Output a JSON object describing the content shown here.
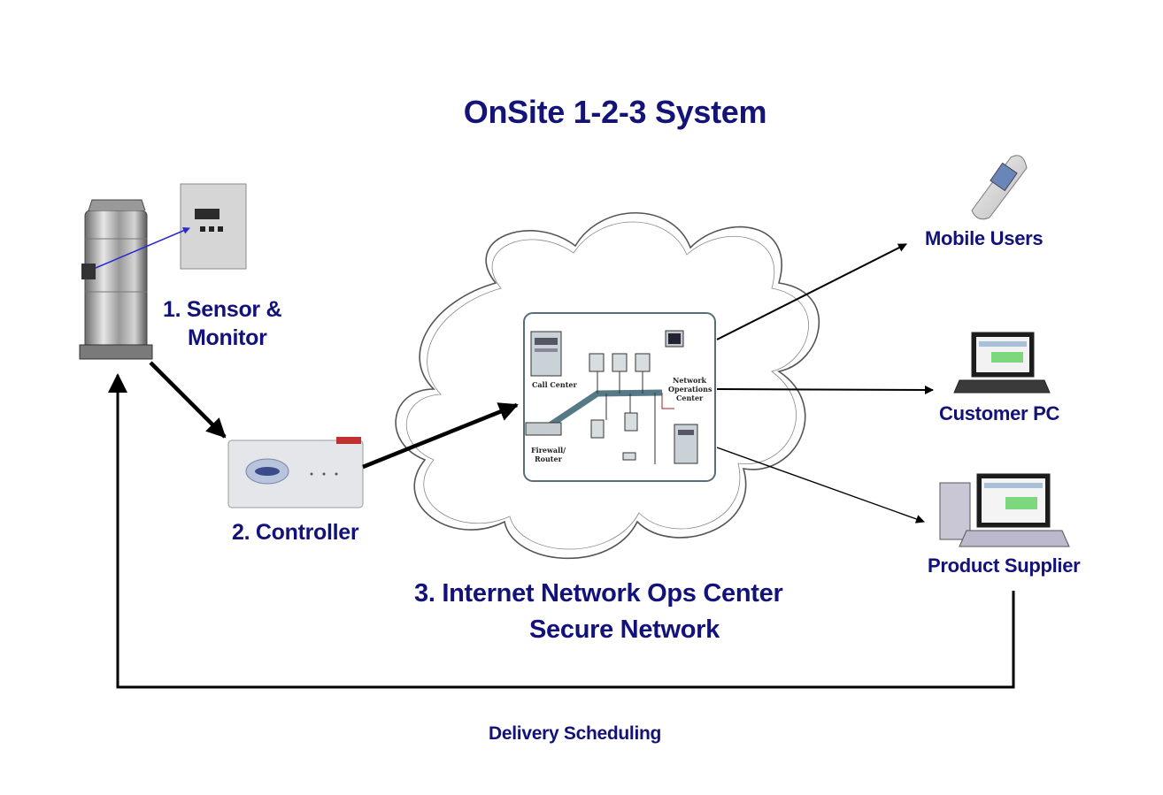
{
  "title": "OnSite 1-2-3 System",
  "nodes": {
    "sensor": {
      "line1": "1. Sensor &",
      "line2": "Monitor"
    },
    "controller": {
      "label": "2. Controller"
    },
    "network": {
      "line1": "3.  Internet Network Ops Center",
      "line2": "Secure Network"
    },
    "mobile": {
      "label": "Mobile Users"
    },
    "customer_pc": {
      "label": "Customer PC"
    },
    "supplier": {
      "label": "Product Supplier"
    }
  },
  "network_inner": {
    "call_center": "Call Center",
    "noc_line1": "Network",
    "noc_line2": "Operations",
    "noc_line3": "Center",
    "firewall_line1": "Firewall/",
    "firewall_line2": "Router"
  },
  "feedback": {
    "label": "Delivery Scheduling"
  },
  "colors": {
    "text": "#12127a",
    "arrow": "#000000",
    "cloud": "#555555",
    "link": "#2a2ad0"
  }
}
